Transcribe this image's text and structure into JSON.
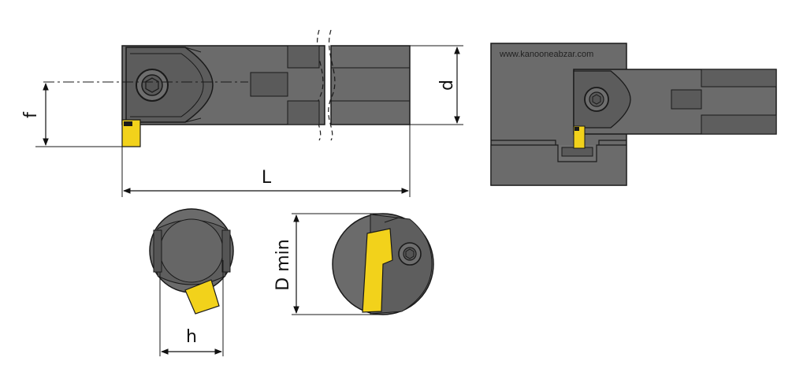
{
  "labels": {
    "f": "f",
    "d": "d",
    "L": "L",
    "h": "h",
    "D_min": "D min",
    "watermark": "www.kanooneabzar.com"
  },
  "colors": {
    "body": "#6b6b6b",
    "body_dark": "#4d4d4d",
    "outline": "#1a1a1a",
    "insert": "#f2d21b",
    "dim_line": "#111111"
  }
}
